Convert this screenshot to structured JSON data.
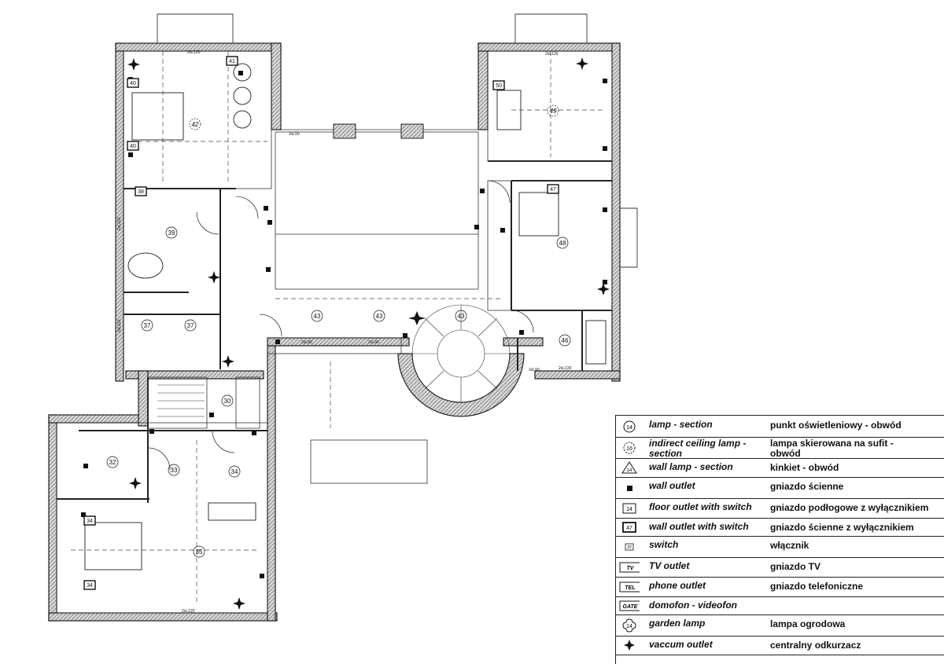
{
  "rooms": [
    {
      "id": "r42",
      "label": "42"
    },
    {
      "id": "r39",
      "label": "39"
    },
    {
      "id": "r37a",
      "label": "37"
    },
    {
      "id": "r37b",
      "label": "37"
    },
    {
      "id": "r43a",
      "label": "43"
    },
    {
      "id": "r43b",
      "label": "43"
    },
    {
      "id": "r43c",
      "label": "43"
    },
    {
      "id": "r49",
      "label": "49"
    },
    {
      "id": "r48",
      "label": "48"
    },
    {
      "id": "r46",
      "label": "46"
    },
    {
      "id": "r30",
      "label": "30"
    },
    {
      "id": "r32",
      "label": "32"
    },
    {
      "id": "r33",
      "label": "33"
    },
    {
      "id": "r34",
      "label": "34"
    },
    {
      "id": "r35",
      "label": "35"
    }
  ],
  "outlets": [
    {
      "id": "o40a",
      "label": "40"
    },
    {
      "id": "o40b",
      "label": "40"
    },
    {
      "id": "o41",
      "label": "41"
    },
    {
      "id": "o38",
      "label": "38"
    },
    {
      "id": "o50",
      "label": "50"
    },
    {
      "id": "o47",
      "label": "47"
    },
    {
      "id": "o34a",
      "label": "34"
    },
    {
      "id": "o34b",
      "label": "34"
    }
  ],
  "dimension_labels": {
    "d1": "2xL120",
    "d2": "2xL120",
    "d3": "2xL120",
    "d4": "2xL120",
    "d5": "2xL90",
    "d6": "2xL90",
    "d7": "2xL90",
    "d8": "2xL120",
    "d9": "2xL120",
    "d10": "2xL90"
  },
  "legend": [
    {
      "symbol": "circle-number",
      "symbol_text": "14",
      "en": "lamp - section",
      "pl": "punkt  oświetleniowy - obwód"
    },
    {
      "symbol": "dashed-circle-number",
      "symbol_text": "16",
      "en": "indirect ceiling lamp - section",
      "pl": "lampa skierowana na sufit - obwód"
    },
    {
      "symbol": "triangle-number",
      "symbol_text": "14",
      "en": "wall lamp - section",
      "pl": "kinkiet - obwód"
    },
    {
      "symbol": "filled-square",
      "symbol_text": "",
      "en": "wall outlet",
      "pl": "gniazdo ścienne"
    },
    {
      "symbol": "boxed-number",
      "symbol_text": "14",
      "en": "floor outlet with switch",
      "pl": "gniazdo podłogowe z wyłącznikiem"
    },
    {
      "symbol": "boxed-number-bold",
      "symbol_text": "47",
      "en": "wall outlet with switch",
      "pl": "gniazdo ścienne z wyłącznikiem"
    },
    {
      "symbol": "small-boxed-number",
      "symbol_text": "22",
      "en": "switch",
      "pl": "włącznik"
    },
    {
      "symbol": "boxed-text",
      "symbol_text": "TV",
      "en": "TV  outlet",
      "pl": "gniazdo TV"
    },
    {
      "symbol": "boxed-text",
      "symbol_text": "TEL",
      "en": "phone  outlet",
      "pl": "gniazdo telefoniczne"
    },
    {
      "symbol": "boxed-text",
      "symbol_text": "GATE",
      "en": "domofon - videofon",
      "pl": ""
    },
    {
      "symbol": "flower-number",
      "symbol_text": "14",
      "en": "garden lamp",
      "pl": "lampa ogrodowa"
    },
    {
      "symbol": "four-point-star",
      "symbol_text": "",
      "en": "vaccum  outlet",
      "pl": "centralny odkurzacz"
    }
  ]
}
